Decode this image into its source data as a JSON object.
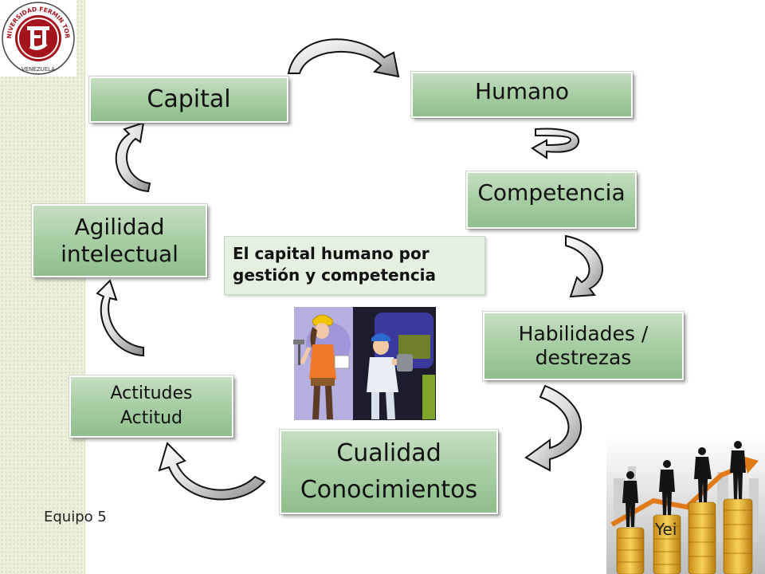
{
  "logo": {
    "top_text": "UNIVERSIDAD FERMIN TORO",
    "bottom_text": "VENEZUELA",
    "monogram": "UFT"
  },
  "boxes": {
    "capital": "Capital",
    "humano": "Humano",
    "competencia": "Competencia",
    "habilidades_1": "Habilidades /",
    "habilidades_2": "destrezas",
    "cualidad_1": "Cualidad",
    "cualidad_2": "Conocimientos",
    "actitudes_1": "Actitudes",
    "actitudes_2": "Actitud",
    "agilidad_1": "Agilidad",
    "agilidad_2": "intelectual"
  },
  "center_title_1": "El capital humano por",
  "center_title_2": "gestión y competencia",
  "footer": "Equipo 5",
  "corner_image_text": "Yei",
  "colors": {
    "box_top": "#c5dec1",
    "box_bottom": "#8fbf8c",
    "sidebar": "#ecefd9",
    "logo_red": "#a5141c",
    "coins": "#e8b93a"
  }
}
